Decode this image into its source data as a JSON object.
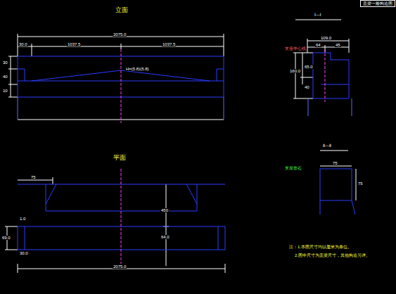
{
  "diagram": {
    "nodes": [
      {
        "text": [
          "盖梁一般构造图"
        ]
      }
    ],
    "labels": [
      "立面",
      "2075.0",
      "30.0",
      "1037.5",
      "1037.5",
      "30",
      "40",
      "10",
      "H=(5.8)(5.8)",
      "Ⅰ—Ⅰ",
      "109.0",
      "64",
      "45",
      "支座中心线",
      "160.0",
      "65.0",
      "40",
      "平面",
      "75",
      "450",
      "64.0",
      "69.0",
      "1.0",
      "30.0",
      "2075.0",
      "Ⅱ—Ⅱ",
      "支座垫石",
      "75",
      "75",
      "注：1.本图尺寸均以厘米为单位。",
      "2.图中尺寸为盖梁尺寸，其他构造另详。"
    ]
  }
}
